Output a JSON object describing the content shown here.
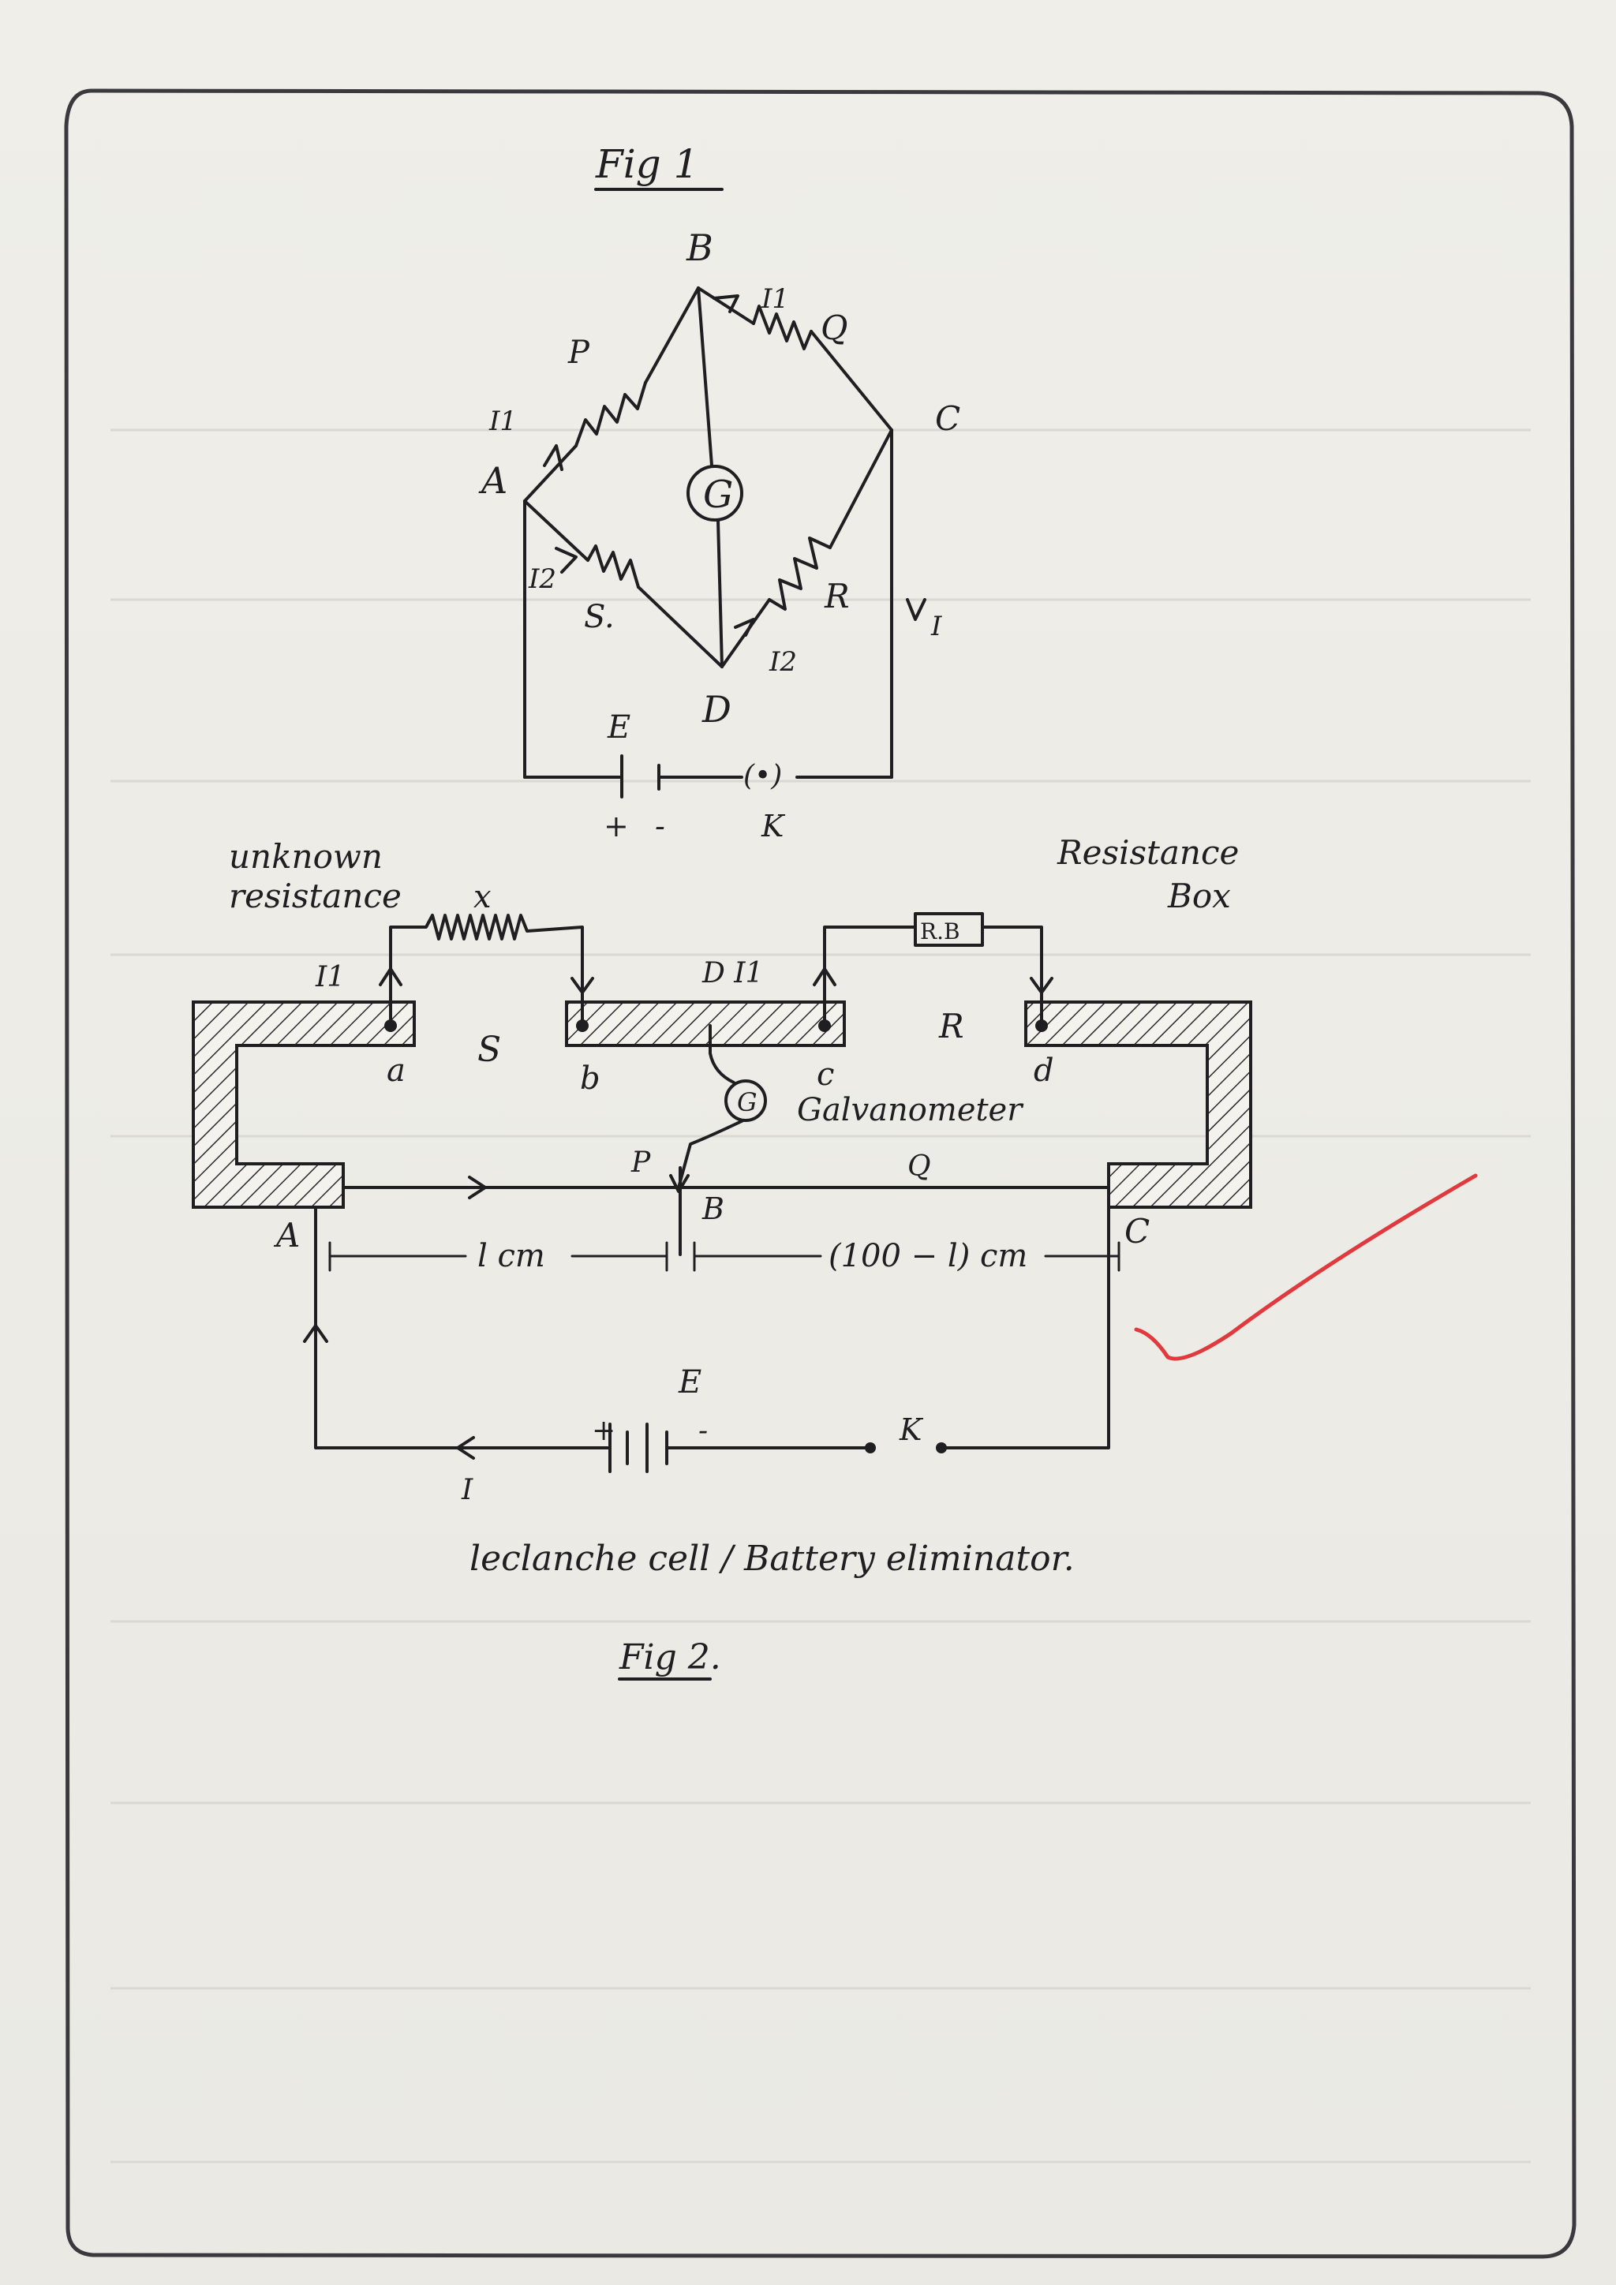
{
  "fig1": {
    "title": "Fig 1",
    "nodes": {
      "A": "A",
      "B": "B",
      "C": "C",
      "D": "D"
    },
    "resistors": {
      "P": "P",
      "Q": "Q",
      "R": "R",
      "S": "S."
    },
    "galvanometer": "G",
    "currents": {
      "I1_left": "I1",
      "I1_top": "I1",
      "I2_left": "I2",
      "I2_right": "I2",
      "I": "I"
    },
    "battery": {
      "label": "E",
      "plus": "+",
      "minus": "-"
    },
    "key": {
      "symbol": "(•)",
      "label": "K"
    }
  },
  "fig2": {
    "title": "Fig 2.",
    "unknown_resistance_label": [
      "unknown",
      "resistance"
    ],
    "x_label": "x",
    "resistance_box_label": [
      "Resistance",
      "Box"
    ],
    "rb_label": "R.B",
    "gap_S": "S",
    "gap_R": "R",
    "terminals": {
      "a": "a",
      "b": "b",
      "c": "c",
      "d": "d"
    },
    "current_left": "I1",
    "current_right": "D  I1",
    "galvanometer": "G",
    "galvanometer_label": "Galvanometer",
    "jockey": {
      "P": "P",
      "Q": "Q",
      "B": "B"
    },
    "ends": {
      "A": "A",
      "C": "C"
    },
    "lengths": {
      "left": "l cm",
      "right": "(100 − l) cm"
    },
    "battery": {
      "label": "E",
      "plus": "+",
      "minus": "-"
    },
    "key_label": "K",
    "current_bottom": "I",
    "caption": "leclanche cell / Battery eliminator."
  },
  "colors": {
    "ink": "#1f1f22",
    "check": "#e03a3e"
  }
}
